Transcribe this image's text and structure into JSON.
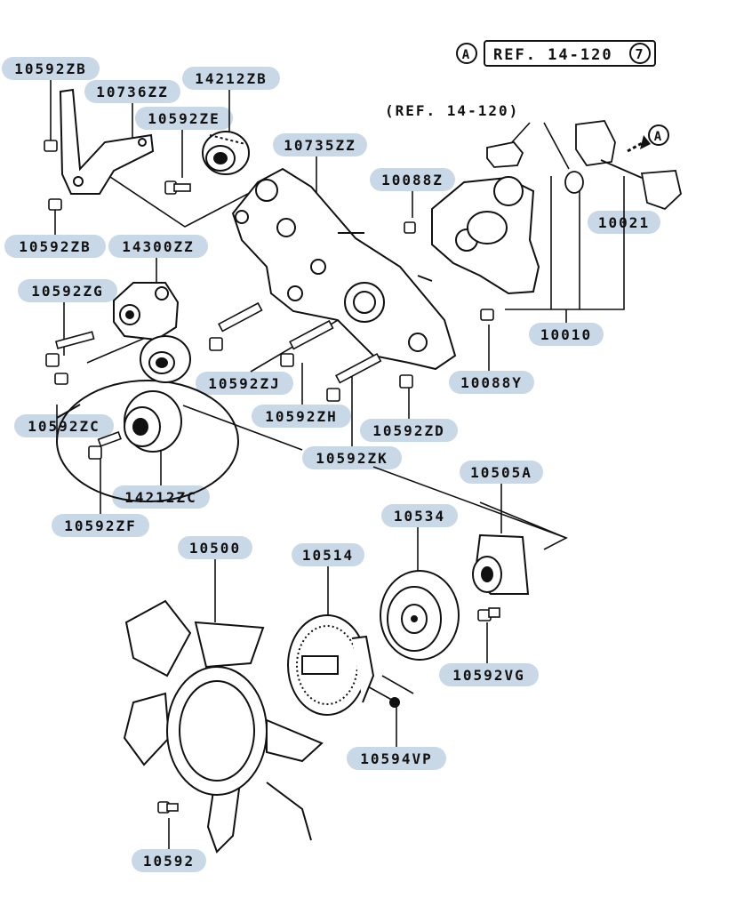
{
  "diagram": {
    "colors": {
      "line": "#111111",
      "label_bg": "#c9d8e6",
      "paper": "#ffffff"
    },
    "ref_box": {
      "circle_letter": "A",
      "text": "REF. 14-120",
      "page": "7"
    },
    "ref_note": "(REF. 14-120)",
    "arrow_letter": "A",
    "labels": {
      "p_10592ZB_top": "10592ZB",
      "p_10736ZZ": "10736ZZ",
      "p_14212ZB": "14212ZB",
      "p_10592ZE": "10592ZE",
      "p_10735ZZ": "10735ZZ",
      "p_10088Z": "10088Z",
      "p_10021": "10021",
      "p_10592ZB_low": "10592ZB",
      "p_14300ZZ": "14300ZZ",
      "p_10592ZG": "10592ZG",
      "p_10010": "10010",
      "p_10088Y": "10088Y",
      "p_10592ZJ": "10592ZJ",
      "p_10592ZC": "10592ZC",
      "p_10592ZH": "10592ZH",
      "p_10592ZD": "10592ZD",
      "p_10592ZK": "10592ZK",
      "p_10505A": "10505A",
      "p_14212ZC": "14212ZC",
      "p_10592ZF": "10592ZF",
      "p_10534": "10534",
      "p_10500": "10500",
      "p_10514": "10514",
      "p_10592VG": "10592VG",
      "p_10594VP": "10594VP",
      "p_10592": "10592"
    }
  }
}
